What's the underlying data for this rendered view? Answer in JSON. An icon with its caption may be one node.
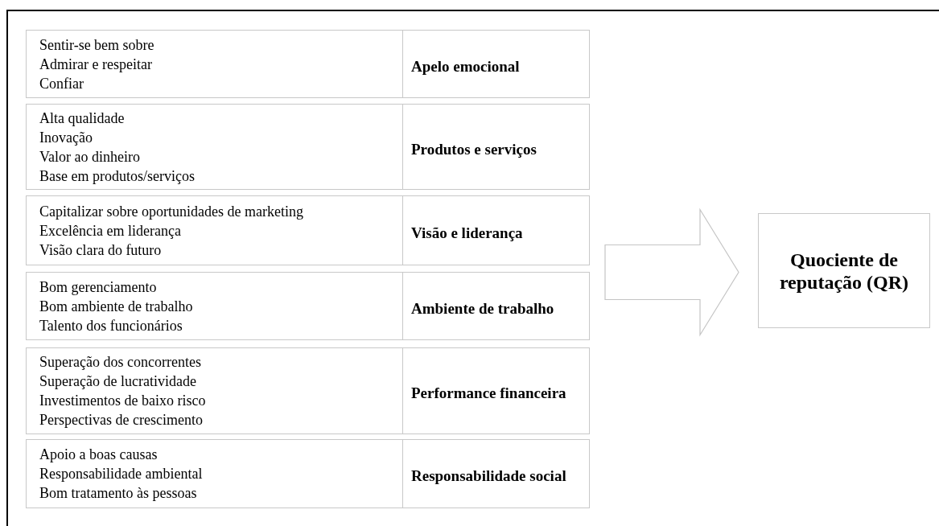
{
  "diagram": {
    "nodes": [
      {
        "text": [
          "Sentir-se bem sobre",
          "Admirar e respeitar",
          "Confiar"
        ]
      },
      {
        "text": [
          "Apelo emocional"
        ]
      },
      {
        "text": [
          "Alta qualidade",
          "Inovação",
          "Valor ao dinheiro",
          "Base em produtos/serviços"
        ]
      },
      {
        "text": [
          "Produtos e serviços"
        ]
      },
      {
        "text": [
          "Capitalizar sobre oportunidades de marketing",
          "Excelência em liderança",
          "Visão clara do futuro"
        ]
      },
      {
        "text": [
          "Visão e liderança"
        ]
      },
      {
        "text": [
          "Bom gerenciamento",
          "Bom ambiente de trabalho",
          "Talento dos funcionários"
        ]
      },
      {
        "text": [
          "Ambiente de trabalho"
        ]
      },
      {
        "text": [
          "Superação dos concorrentes",
          "Superação de lucratividade",
          "Investimentos de baixo risco",
          "Perspectivas de crescimento"
        ]
      },
      {
        "text": [
          "Performance financeira"
        ]
      },
      {
        "text": [
          "Apoio a boas causas",
          "Responsabilidade ambiental",
          "Bom tratamento às pessoas"
        ]
      },
      {
        "text": [
          "Responsabilidade social"
        ]
      },
      {
        "text": [
          "Quociente de reputação (QR)"
        ]
      }
    ],
    "edges": [
      {
        "from": null,
        "to": 12,
        "arrow": "to"
      }
    ]
  }
}
